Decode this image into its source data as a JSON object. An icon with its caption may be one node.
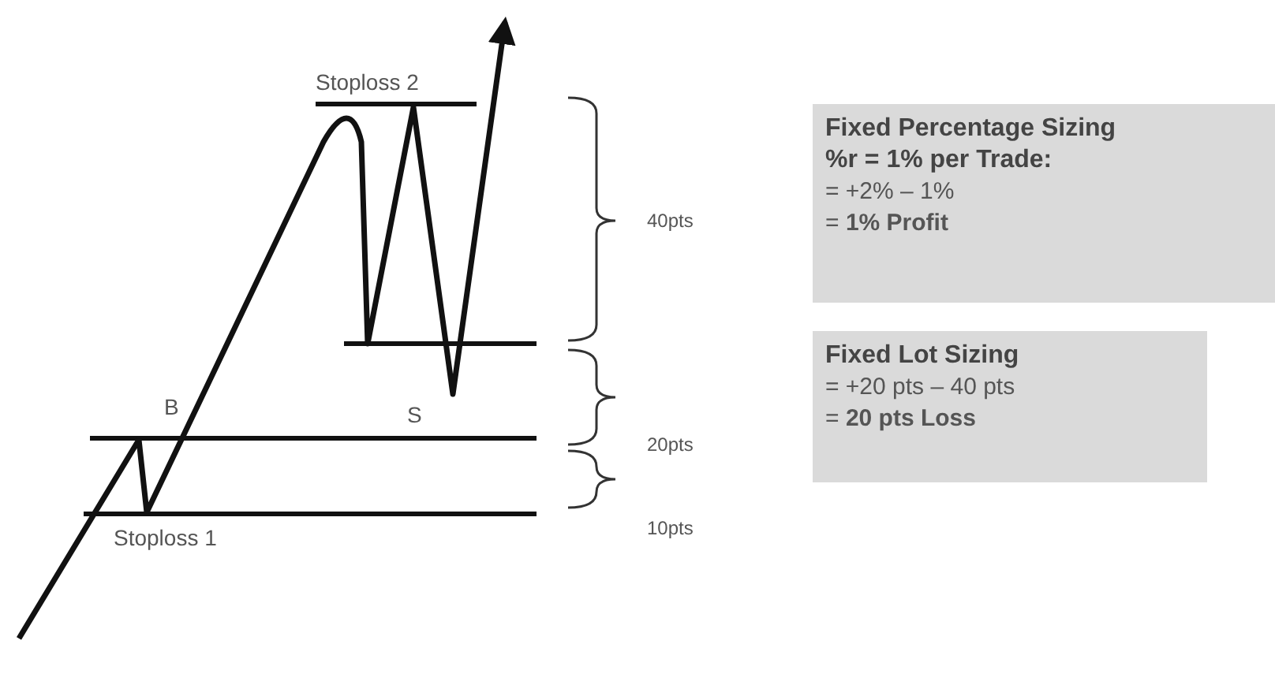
{
  "diagram": {
    "nodes": [
      {
        "text": [
          "Fixed Percentage Sizing",
          "%r = 1% per Trade:",
          "= +2% – 1%",
          "= **1% Profit**"
        ]
      },
      {
        "text": [
          "Fixed Lot Sizing",
          "= +20 pts – 40 pts",
          "= **20 pts Loss**"
        ]
      }
    ],
    "edges": [],
    "labels": [
      "Stoploss 2",
      "40pts",
      "S",
      "B",
      "20pts",
      "Stoploss 1",
      "10pts"
    ]
  }
}
